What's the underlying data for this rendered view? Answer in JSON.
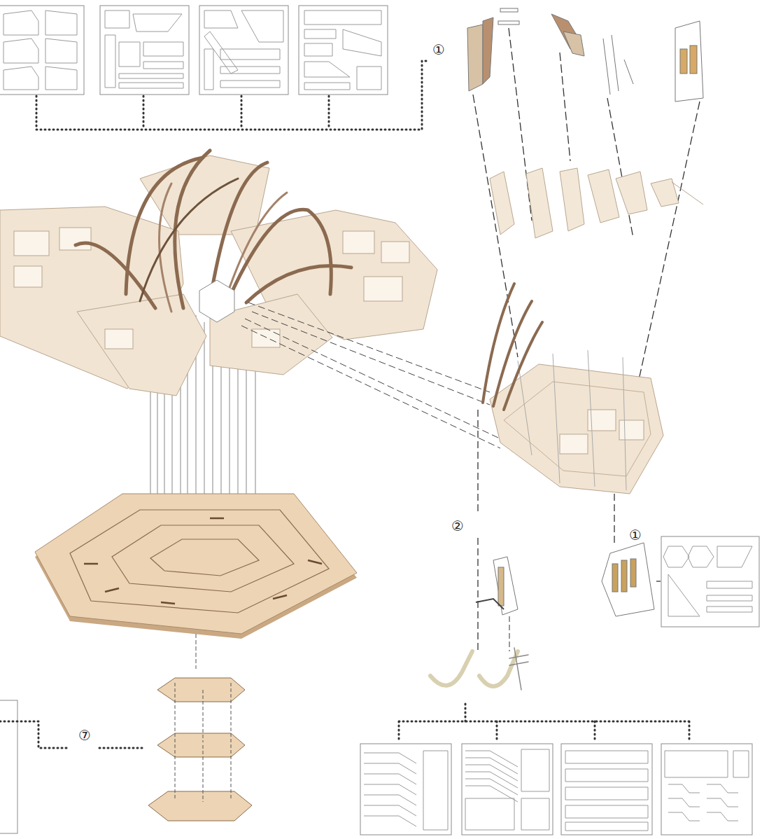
{
  "diagram": {
    "labels": [
      "①",
      "②",
      "①",
      "⑦"
    ]
  }
}
